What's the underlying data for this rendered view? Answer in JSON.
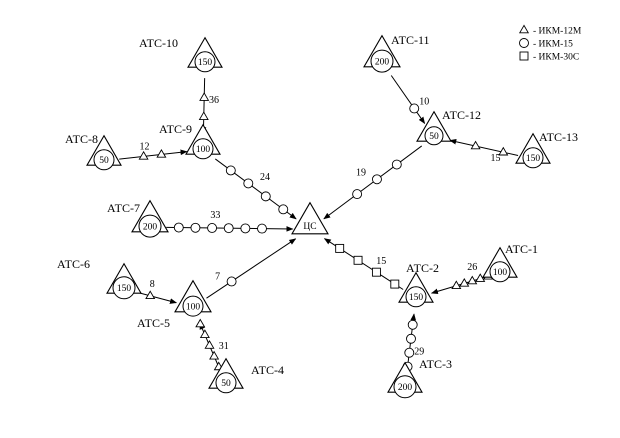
{
  "legend": [
    {
      "shape": "triangle",
      "label": "- ИКМ-12М"
    },
    {
      "shape": "circle",
      "label": "- ИКМ-15"
    },
    {
      "shape": "square",
      "label": "- ИКМ-30С"
    }
  ],
  "center": {
    "name": "ЦС"
  },
  "stations": {
    "atc1": {
      "name": "АТС-1",
      "capacity": "100"
    },
    "atc2": {
      "name": "АТС-2",
      "capacity": "150"
    },
    "atc3": {
      "name": "АТС-3",
      "capacity": "200"
    },
    "atc4": {
      "name": "АТС-4",
      "capacity": "50"
    },
    "atc5": {
      "name": "АТС-5",
      "capacity": "100"
    },
    "atc6": {
      "name": "АТС-6",
      "capacity": "150"
    },
    "atc7": {
      "name": "АТС-7",
      "capacity": "200"
    },
    "atc8": {
      "name": "АТС-8",
      "capacity": "50"
    },
    "atc9": {
      "name": "АТС-9",
      "capacity": "100"
    },
    "atc10": {
      "name": "АТС-10",
      "capacity": "150"
    },
    "atc11": {
      "name": "АТС-11",
      "capacity": "200"
    },
    "atc12": {
      "name": "АТС-12",
      "capacity": "50"
    },
    "atc13": {
      "name": "АТС-13",
      "capacity": "150"
    }
  },
  "links": [
    {
      "id": "atc10-atc9",
      "from": "atc10",
      "to": "atc9",
      "count": "36",
      "system": "triangle",
      "markers": 2
    },
    {
      "id": "atc8-atc9",
      "from": "atc8",
      "to": "atc9",
      "count": "12",
      "system": "triangle",
      "markers": 2
    },
    {
      "id": "atc9-cs",
      "from": "atc9",
      "to": "cs",
      "count": "24",
      "system": "circle",
      "markers": 4
    },
    {
      "id": "atc7-cs",
      "from": "atc7",
      "to": "cs",
      "count": "33",
      "system": "circle",
      "markers": 6
    },
    {
      "id": "atc11-atc12",
      "from": "atc11",
      "to": "atc12",
      "count": "10",
      "system": "circle",
      "markers": 1
    },
    {
      "id": "atc13-atc12",
      "from": "atc13",
      "to": "atc12",
      "count": "15",
      "system": "triangle",
      "markers": 2
    },
    {
      "id": "atc12-cs",
      "from": "atc12",
      "to": "cs",
      "count": "19",
      "system": "circle",
      "markers": 3
    },
    {
      "id": "atc6-atc5",
      "from": "atc6",
      "to": "atc5",
      "count": "8",
      "system": "triangle",
      "markers": 1
    },
    {
      "id": "atc5-cs",
      "from": "atc5",
      "to": "cs",
      "count": "7",
      "system": "circle",
      "markers": 1
    },
    {
      "id": "atc4-atc5",
      "from": "atc4",
      "to": "atc5",
      "count": "31",
      "system": "triangle",
      "markers": 6
    },
    {
      "id": "atc2-cs",
      "from": "atc2",
      "to": "cs",
      "count": "15",
      "system": "square",
      "markers": 4
    },
    {
      "id": "atc1-atc2",
      "from": "atc1",
      "to": "atc2",
      "count": "26",
      "system": "triangle",
      "markers": 5
    },
    {
      "id": "atc3-atc2",
      "from": "atc3",
      "to": "atc2",
      "count": "29",
      "system": "circle",
      "markers": 5
    }
  ]
}
